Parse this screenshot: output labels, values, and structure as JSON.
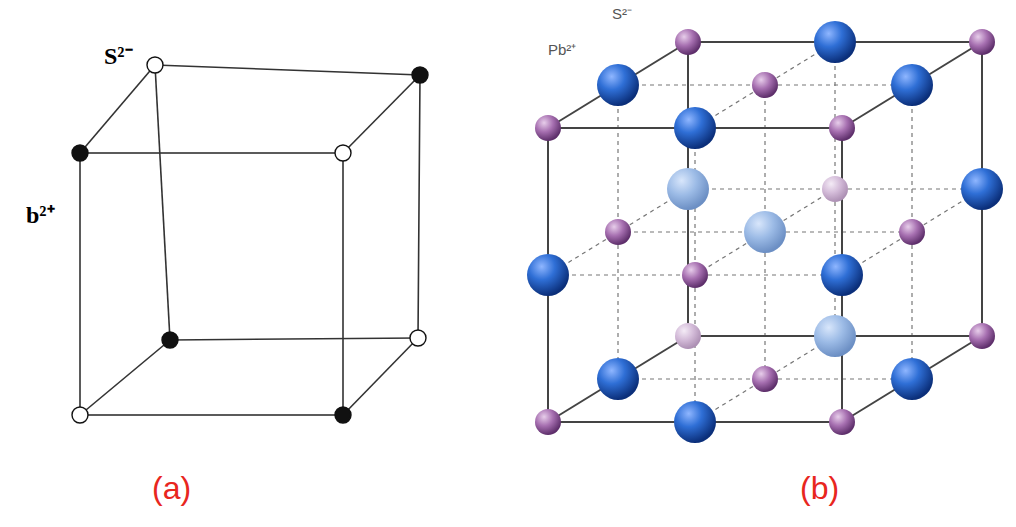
{
  "diagram": {
    "labels": [
      "S²⁻",
      "b²⁺",
      "Pb²⁺",
      "S²⁻",
      "(a)",
      "(b)"
    ]
  }
}
